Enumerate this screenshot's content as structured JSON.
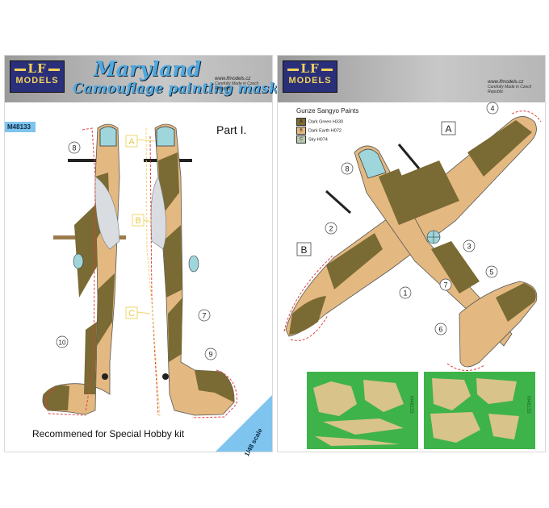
{
  "brand": {
    "logo_lf": "LF",
    "logo_models": "MODELS"
  },
  "left": {
    "title_line1": "Maryland",
    "title_line2": "Camouflage painting mask",
    "website": "www.lfmodels.cz",
    "made_in": "Carefully Made in Czech Republic",
    "product_code": "M48133",
    "part": "Part I.",
    "recommended": "Recommened for Special Hobby kit",
    "scale": "1/48 scale",
    "callouts": [
      "8",
      "A",
      "B",
      "C",
      "7",
      "10",
      "9"
    ]
  },
  "right": {
    "website": "www.lfmodels.cz",
    "made_in": "Carefully Made in Czech Republic",
    "paints_title": "Gunze Sangyo Paints",
    "paints": [
      {
        "letter": "A",
        "name": "Dark Green H330",
        "color": "#7a6a33"
      },
      {
        "letter": "B",
        "name": "Dark Earth H072",
        "color": "#e3b981"
      },
      {
        "letter": "C",
        "name": "Sky H074",
        "color": "#b8cbb2"
      }
    ],
    "callouts": [
      "4",
      "A",
      "8",
      "2",
      "3",
      "B",
      "1",
      "5",
      "7",
      "6"
    ],
    "sheet_codes": [
      "M48133",
      "M48133"
    ]
  },
  "colors": {
    "dark_green": "#7a6a33",
    "dark_earth": "#e3b981",
    "sky": "#9fd6dc",
    "mask_green": "#3eb34a",
    "mask_tan": "#d8c38a",
    "title_blue": "#4fa8e0"
  }
}
